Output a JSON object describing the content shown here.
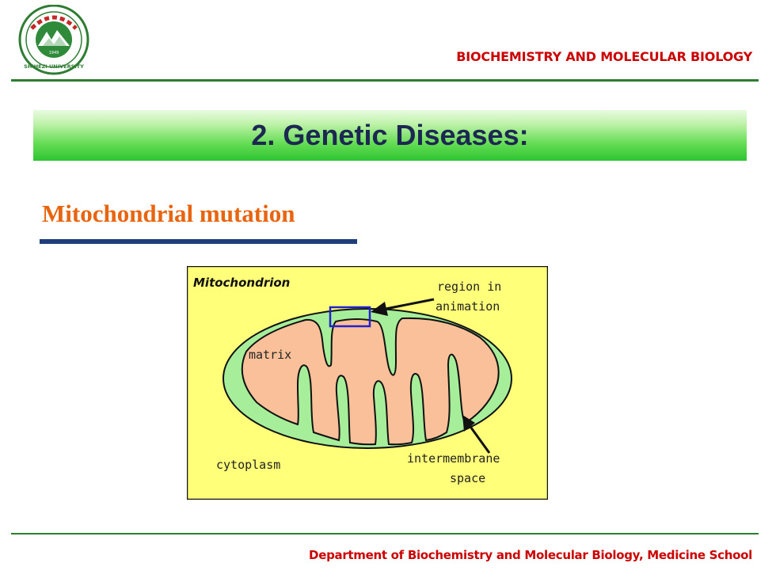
{
  "header": {
    "title": "BIOCHEMISTRY  AND MOLECULAR BIOLOGY",
    "logo": {
      "icon": "university-seal",
      "text": "SHIHEZI UNIVERSITY",
      "year": "1949"
    }
  },
  "slide": {
    "title": "2. Genetic Diseases:",
    "subtitle": "Mitochondrial mutation"
  },
  "diagram": {
    "title": "Mitochondrion",
    "labels": {
      "region_line1": "region in",
      "region_line2": "animation",
      "matrix": "matrix",
      "cytoplasm": "cytoplasm",
      "intermembrane_line1": "intermembrane",
      "intermembrane_line2": "space"
    },
    "colors": {
      "background": "#ffff7a",
      "outer_membrane": "#a6ee9a",
      "matrix": "#f9c09a",
      "highlight_box": "#2222cc"
    }
  },
  "footer": {
    "text": "Department  of Biochemistry and Molecular Biology, Medicine School"
  },
  "colors": {
    "accent_red": "#cc0000",
    "rule_green": "#2e7d32",
    "title_navy": "#1c2752",
    "subtitle_orange": "#e8640f",
    "subtitle_rule": "#1f3f7a"
  }
}
